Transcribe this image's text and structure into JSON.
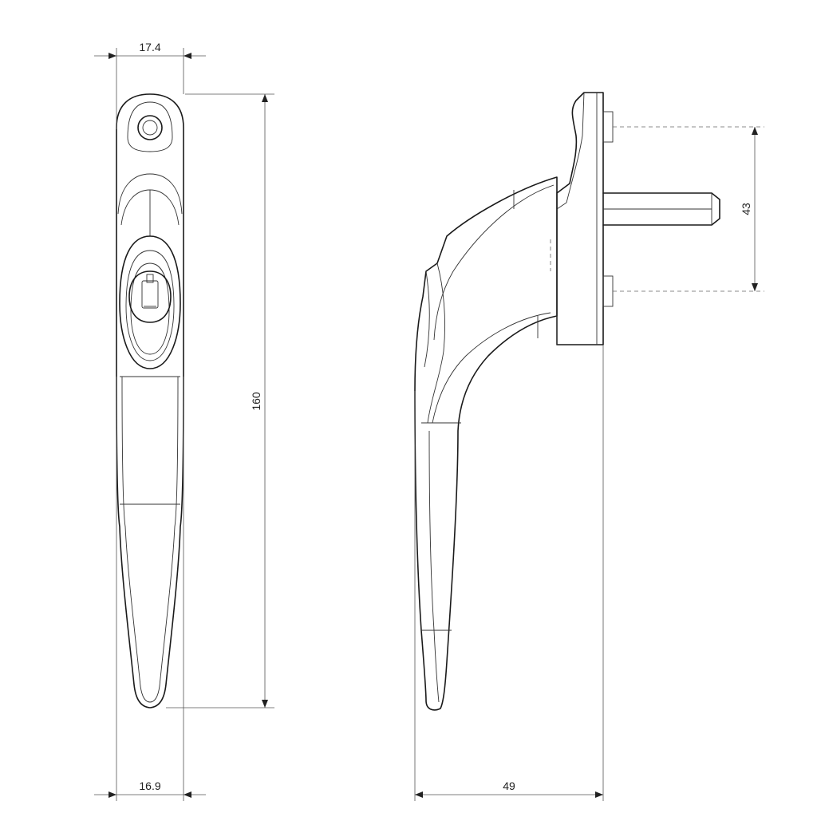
{
  "diagram": {
    "dimensions": {
      "top_width": "17.4",
      "height": "160",
      "bottom_width": "16.9",
      "spindle_spacing": "43",
      "depth": "49"
    }
  }
}
